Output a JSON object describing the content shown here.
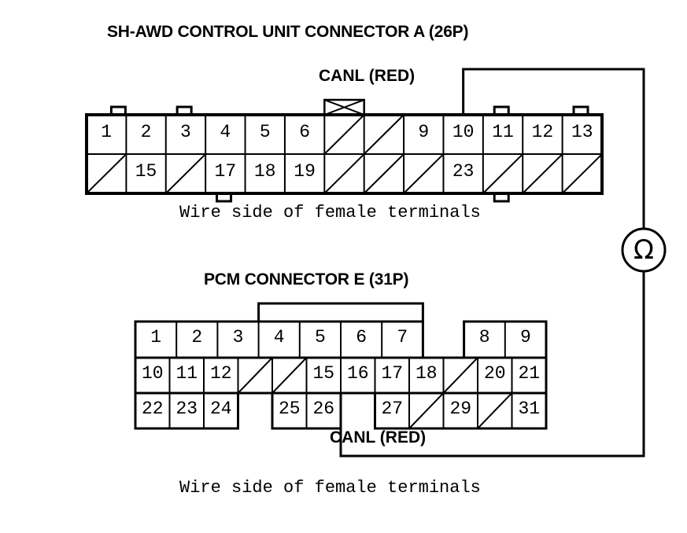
{
  "diagram": {
    "caption_text": "Wire side of female terminals",
    "wire_color_label": "CANL (RED)",
    "meter_symbol": "Ω"
  },
  "connector_a": {
    "title": "SH-AWD CONTROL UNIT CONNECTOR A (26P)",
    "caption": "Wire side of female terminals",
    "wire_label": "CANL (RED)",
    "columns": 13,
    "row_top": [
      "1",
      "2",
      "3",
      "4",
      "5",
      "6",
      "",
      "",
      "9",
      "10",
      "11",
      "12",
      "13"
    ],
    "row_top_blanked": [
      false,
      false,
      false,
      false,
      false,
      false,
      true,
      true,
      false,
      false,
      false,
      false,
      false
    ],
    "row_bottom": [
      "",
      "15",
      "",
      "17",
      "18",
      "19",
      "",
      "",
      "",
      "23",
      "",
      "",
      ""
    ],
    "row_bottom_blanked": [
      true,
      false,
      true,
      false,
      false,
      false,
      true,
      true,
      true,
      false,
      true,
      true,
      true
    ],
    "probe_terminal": "10",
    "cross_tab_over_column": 7
  },
  "connector_pcm": {
    "title": "PCM CONNECTOR E (31P)",
    "caption": "Wire side of female terminals",
    "wire_label": "CANL (RED)",
    "row_1": [
      "1",
      "2",
      "3",
      "4",
      "5",
      "6",
      "7",
      "",
      "8",
      "9"
    ],
    "row_2": [
      "10",
      "11",
      "12",
      "",
      "",
      "15",
      "16",
      "17",
      "18",
      "",
      "20",
      "21"
    ],
    "row_2_blanked": [
      false,
      false,
      false,
      true,
      true,
      false,
      false,
      false,
      false,
      true,
      false,
      false
    ],
    "row_3": [
      "22",
      "23",
      "24",
      "",
      "25",
      "26",
      "",
      "27",
      "",
      "29",
      "",
      "31"
    ],
    "row_3_blanked": [
      false,
      false,
      false,
      true,
      false,
      false,
      true,
      false,
      true,
      false,
      true,
      false
    ],
    "row_3_empty": [
      false,
      false,
      false,
      true,
      false,
      false,
      true,
      false,
      false,
      false,
      false,
      false
    ],
    "probe_terminal": "16"
  },
  "meter": {
    "name": "ohmmeter",
    "symbol": "Ω"
  },
  "colors": {
    "ink": "#000000",
    "background": "#ffffff"
  }
}
